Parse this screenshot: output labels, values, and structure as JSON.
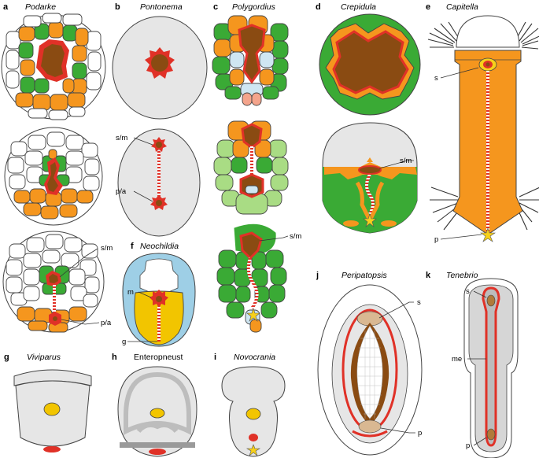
{
  "panels": {
    "a": {
      "letter": "a",
      "title": "Podarke",
      "labels": {
        "sm": "s/m",
        "pa": "p/a"
      }
    },
    "b": {
      "letter": "b",
      "title": "Pontonema",
      "labels": {
        "sm": "s/m",
        "pa": "p/a"
      }
    },
    "c": {
      "letter": "c",
      "title": "Polygordius",
      "labels": {
        "sm": "s/m"
      }
    },
    "d": {
      "letter": "d",
      "title": "Crepidula",
      "labels": {
        "sm": "s/m"
      }
    },
    "e": {
      "letter": "e",
      "title": "Capitella",
      "labels": {
        "s": "s",
        "p": "p"
      }
    },
    "f": {
      "letter": "f",
      "title": "Neochildia",
      "labels": {
        "m": "m",
        "g": "g"
      }
    },
    "g": {
      "letter": "g",
      "title": "Viviparus"
    },
    "h": {
      "letter": "h",
      "title": "Enteropneust"
    },
    "i": {
      "letter": "i",
      "title": "Novocrania"
    },
    "j": {
      "letter": "j",
      "title": "Peripatopsis",
      "labels": {
        "s": "s",
        "p": "p"
      }
    },
    "k": {
      "letter": "k",
      "title": "Tenebrio",
      "labels": {
        "s": "s",
        "me": "me",
        "p": "p"
      }
    }
  },
  "colors": {
    "orange": "#f5961e",
    "green": "#3aaa35",
    "light_green": "#a9dc84",
    "red": "#e03127",
    "brown": "#8a4b12",
    "light_blue": "#cfe6f2",
    "yellow": "#f2c500",
    "grey": "#e6e6e6"
  }
}
